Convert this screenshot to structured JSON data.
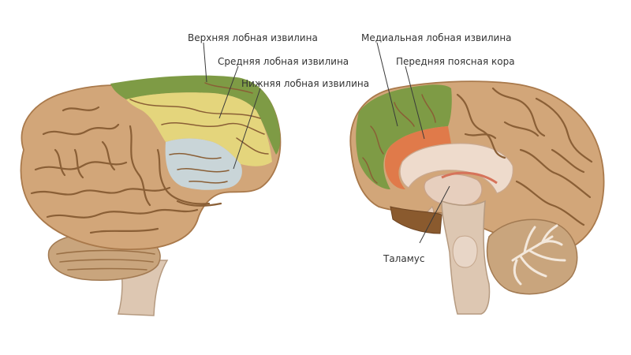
{
  "labels": {
    "superior_frontal_gyrus": "Верхняя лобная извилина",
    "middle_frontal_gyrus": "Средняя лобная извилина",
    "inferior_frontal_gyrus": "Нижняя лобная извилина",
    "medial_frontal_gyrus": "Медиальная лобная извилина",
    "anterior_cingulate_cortex": "Передняя поясная кора",
    "thalamus": "Таламус"
  },
  "colors": {
    "cortex": "#d2a679",
    "cortex_dark": "#b8875a",
    "sulcus": "#8a5f36",
    "superior_frontal": "#7e9b45",
    "middle_frontal": "#e4d57c",
    "inferior_frontal": "#c9d5d8",
    "medial_frontal": "#7e9b45",
    "anterior_cingulate": "#e07a4a",
    "brainstem": "#ddc7b2",
    "cerebellum": "#c9a57d",
    "label_text": "#333333"
  }
}
